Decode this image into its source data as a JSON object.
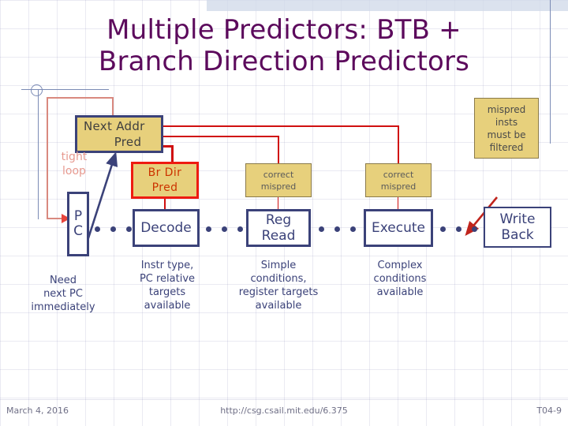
{
  "slide": {
    "title": "Multiple Predictors: BTB + Branch Direction Predictors",
    "title_line1": "Multiple Predictors: BTB +",
    "title_line2": "Branch Direction Predictors"
  },
  "colors": {
    "title": "#5c0a5c",
    "navy": "#3b4279",
    "predictor_fill": "#e7d07c",
    "red": "#d01010",
    "salmon": "#d9897f",
    "note_text": "#4a4a4a",
    "footer_text": "#6f6f86",
    "rule": "#7b8bb5",
    "band": "#cfd8e8"
  },
  "diagram": {
    "predictors": [
      {
        "id": "next-addr-pred",
        "label": "Next Addr Pred",
        "line1": "Next Addr",
        "line2": "Pred"
      },
      {
        "id": "br-dir-pred",
        "label": "Br Dir Pred",
        "line1": "Br  Dir",
        "line2": "Pred"
      }
    ],
    "stages": [
      {
        "id": "pc",
        "label": "P C",
        "line1": "P",
        "line2": "C"
      },
      {
        "id": "decode",
        "label": "Decode",
        "line1": "Decode",
        "line2": ""
      },
      {
        "id": "reg-read",
        "label": "Reg Read",
        "line1": "Reg",
        "line2": "Read"
      },
      {
        "id": "execute",
        "label": "Execute",
        "line1": "Execute",
        "line2": ""
      },
      {
        "id": "write-back",
        "label": "Write Back",
        "line1": "Write",
        "line2": "Back"
      }
    ],
    "captions": [
      {
        "id": "pc-caption",
        "text": "Need next PC immediately",
        "lines": [
          "Need",
          "next PC",
          "immediately"
        ]
      },
      {
        "id": "decode-caption",
        "text": "Instr type, PC relative targets available",
        "lines": [
          "Instr type,",
          "PC relative",
          "targets",
          "available"
        ]
      },
      {
        "id": "regread-caption",
        "text": "Simple conditions, register targets available",
        "lines": [
          "Simple",
          "conditions,",
          "register targets",
          "available"
        ]
      },
      {
        "id": "execute-caption",
        "text": "Complex conditions available",
        "lines": [
          "Complex",
          "conditions",
          "available"
        ]
      }
    ],
    "notes": [
      {
        "id": "correct-mispred-regread",
        "text": "correct mispred",
        "line1": "correct",
        "line2": "mispred"
      },
      {
        "id": "correct-mispred-execute",
        "text": "correct mispred",
        "line1": "correct",
        "line2": "mispred"
      },
      {
        "id": "mispred-filter",
        "text": "mispred insts must be filtered",
        "lines": [
          "mispred",
          "insts",
          "must be",
          "filtered"
        ]
      }
    ],
    "tight_loop": {
      "text": "tight loop",
      "line1": "tight",
      "line2": "loop"
    }
  },
  "footer": {
    "date": "March 4, 2016",
    "url": "http://csg.csail.mit.edu/6.375",
    "page": "T04-9"
  }
}
